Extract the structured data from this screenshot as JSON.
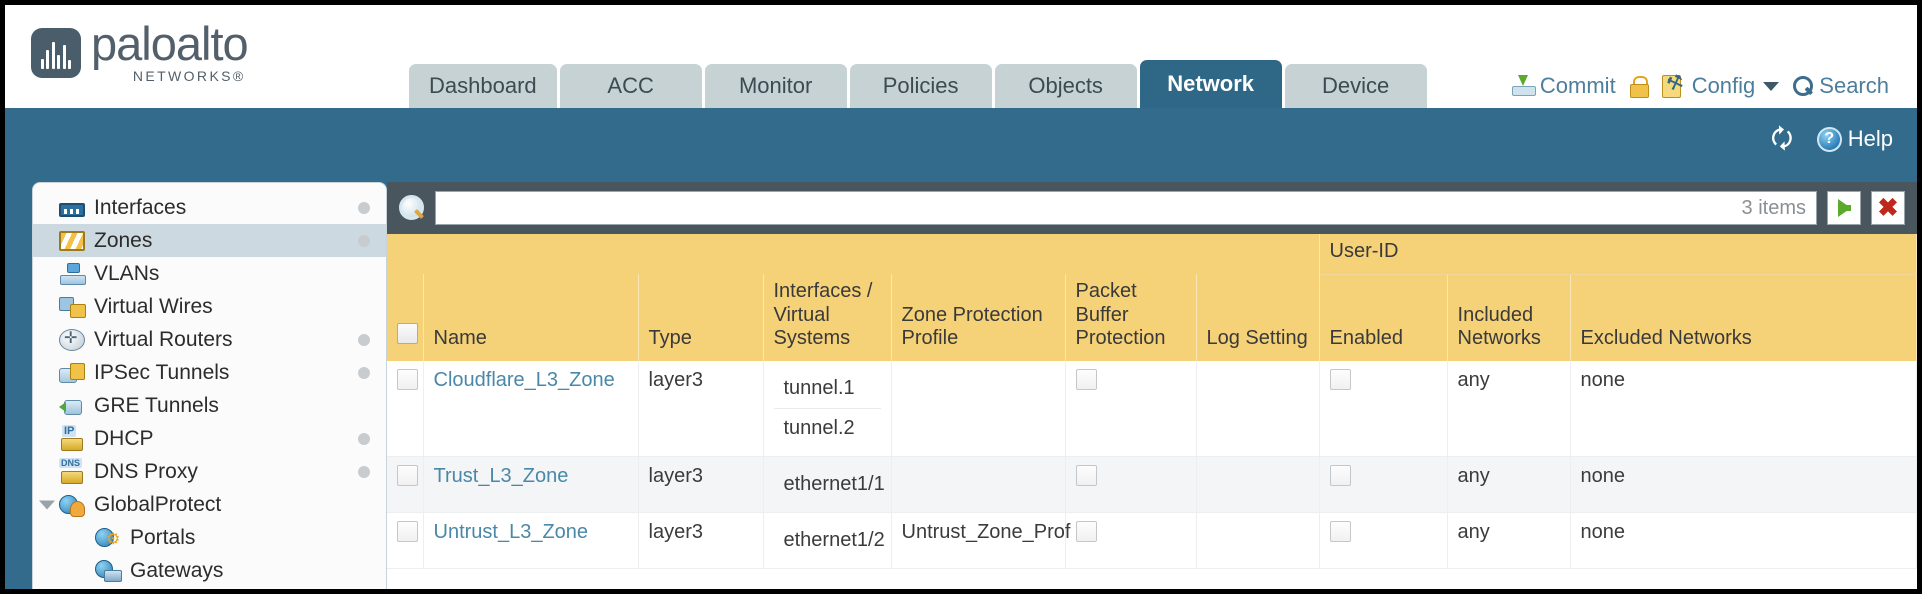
{
  "brand": {
    "name": "paloalto",
    "sub": "NETWORKS®"
  },
  "nav": {
    "tabs": [
      {
        "label": "Dashboard",
        "active": false
      },
      {
        "label": "ACC",
        "active": false
      },
      {
        "label": "Monitor",
        "active": false
      },
      {
        "label": "Policies",
        "active": false
      },
      {
        "label": "Objects",
        "active": false
      },
      {
        "label": "Network",
        "active": true
      },
      {
        "label": "Device",
        "active": false
      }
    ]
  },
  "topactions": {
    "commit": "Commit",
    "lock_icon": "padlock-icon",
    "config": "Config",
    "search": "Search"
  },
  "subbar": {
    "refresh_icon": "refresh-icon",
    "help": "Help"
  },
  "sidebar": {
    "items": [
      {
        "label": "Interfaces",
        "icon": "interfaces-icon",
        "active": false,
        "dot": true,
        "child": false,
        "expander": false
      },
      {
        "label": "Zones",
        "icon": "zones-icon",
        "active": true,
        "dot": true,
        "child": false,
        "expander": false
      },
      {
        "label": "VLANs",
        "icon": "vlans-icon",
        "active": false,
        "dot": false,
        "child": false,
        "expander": false
      },
      {
        "label": "Virtual Wires",
        "icon": "virtual-wires-icon",
        "active": false,
        "dot": false,
        "child": false,
        "expander": false
      },
      {
        "label": "Virtual Routers",
        "icon": "virtual-routers-icon",
        "active": false,
        "dot": true,
        "child": false,
        "expander": false
      },
      {
        "label": "IPSec Tunnels",
        "icon": "ipsec-tunnels-icon",
        "active": false,
        "dot": true,
        "child": false,
        "expander": false
      },
      {
        "label": "GRE Tunnels",
        "icon": "gre-tunnels-icon",
        "active": false,
        "dot": false,
        "child": false,
        "expander": false
      },
      {
        "label": "DHCP",
        "icon": "dhcp-icon",
        "active": false,
        "dot": true,
        "child": false,
        "expander": false
      },
      {
        "label": "DNS Proxy",
        "icon": "dns-proxy-icon",
        "active": false,
        "dot": true,
        "child": false,
        "expander": false
      },
      {
        "label": "GlobalProtect",
        "icon": "globalprotect-icon",
        "active": false,
        "dot": false,
        "child": false,
        "expander": true
      },
      {
        "label": "Portals",
        "icon": "portals-icon",
        "active": false,
        "dot": false,
        "child": true,
        "expander": false
      },
      {
        "label": "Gateways",
        "icon": "gateways-icon",
        "active": false,
        "dot": false,
        "child": true,
        "expander": false
      }
    ]
  },
  "search": {
    "value": "",
    "placeholder": "",
    "items_count": "3 items",
    "apply_icon": "apply-filter-arrow-icon",
    "clear_icon": "clear-filter-x-icon"
  },
  "table": {
    "group_header": {
      "label": "User-ID",
      "span": 3
    },
    "columns": [
      "Name",
      "Type",
      "Interfaces / Virtual Systems",
      "Zone Protection Profile",
      "Packet Buffer Protection",
      "Log Setting",
      "Enabled",
      "Included Networks",
      "Excluded Networks"
    ],
    "rows": [
      {
        "selected": false,
        "name": "Cloudflare_L3_Zone",
        "type": "layer3",
        "interfaces": [
          "tunnel.1",
          "tunnel.2"
        ],
        "zone_protection_profile": "",
        "packet_buffer_protection": false,
        "log_setting": "",
        "userid_enabled": false,
        "included_networks": "any",
        "excluded_networks": "none"
      },
      {
        "selected": false,
        "name": "Trust_L3_Zone",
        "type": "layer3",
        "interfaces": [
          "ethernet1/1"
        ],
        "zone_protection_profile": "",
        "packet_buffer_protection": false,
        "log_setting": "",
        "userid_enabled": false,
        "included_networks": "any",
        "excluded_networks": "none"
      },
      {
        "selected": false,
        "name": "Untrust_L3_Zone",
        "type": "layer3",
        "interfaces": [
          "ethernet1/2"
        ],
        "zone_protection_profile": "Untrust_Zone_Prof",
        "packet_buffer_protection": false,
        "log_setting": "",
        "userid_enabled": false,
        "included_networks": "any",
        "excluded_networks": "none"
      }
    ]
  },
  "colors": {
    "header_blue": "#336b8c",
    "tab_active": "#2f6786",
    "table_header": "#f5d177",
    "group_header": "#e4b64b",
    "link": "#4a88a8",
    "search_bar": "#4a565e"
  }
}
